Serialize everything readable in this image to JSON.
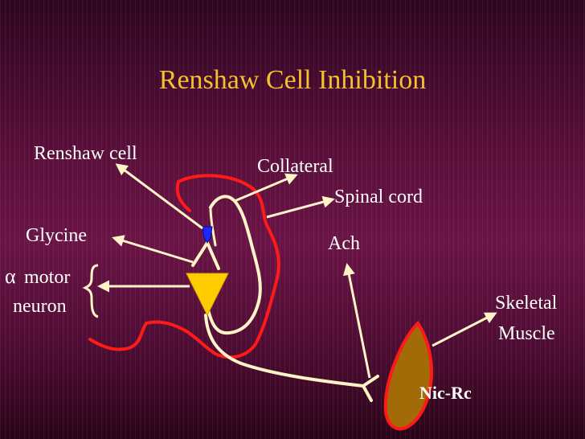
{
  "slide": {
    "title": "Renshaw Cell Inhibition"
  },
  "labels": {
    "renshaw_cell": "Renshaw cell",
    "collateral": "Collateral",
    "spinal_cord": "Spinal cord",
    "glycine": "Glycine",
    "ach": "Ach",
    "alpha_symbol": "α",
    "motor": "motor",
    "neuron": "neuron",
    "skeletal": "Skeletal",
    "muscle": "Muscle",
    "nic_rc": "Nic-Rc"
  },
  "colors": {
    "title": "#f2c12e",
    "text": "#ffffff",
    "arrow": "#fff3c8",
    "cord_outline": "#ff1a1a",
    "nerve_path": "#fff3c8",
    "motor_neuron_fill": "#ffcc00",
    "renshaw_fill": "#1a2aff",
    "muscle_fill": "#a36a08",
    "muscle_outline": "#ff1a1a",
    "nic_rc_text": "#ffffff"
  }
}
